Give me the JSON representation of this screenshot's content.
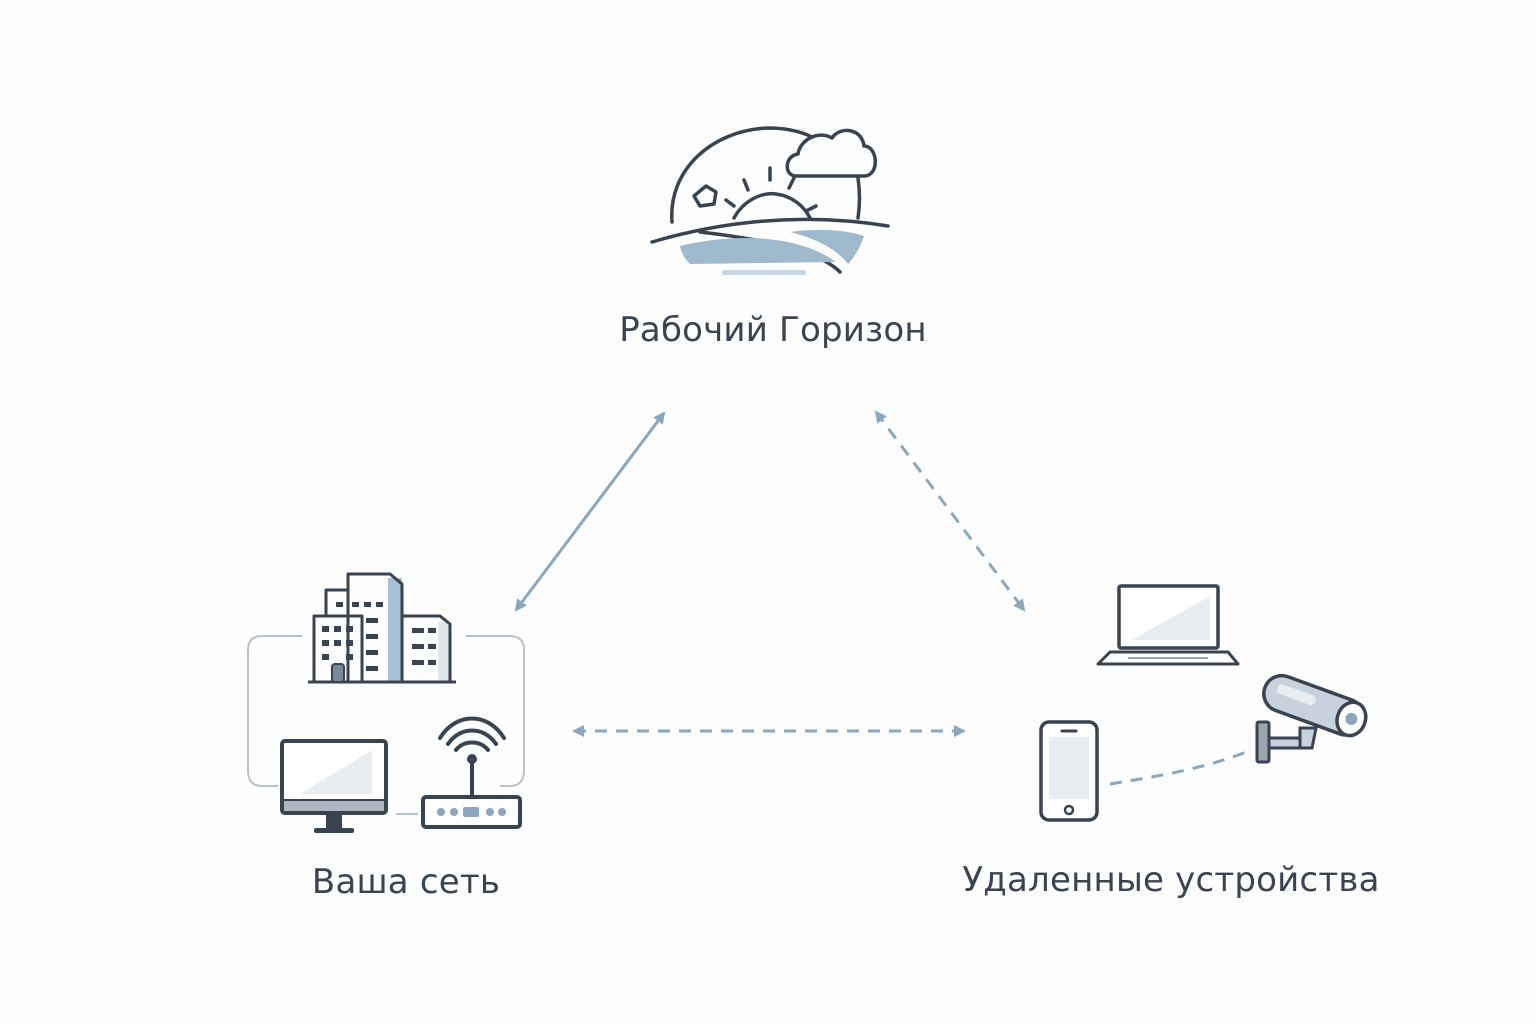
{
  "nodes": {
    "horizon": {
      "label": "Рабочий Горизон",
      "icon": "sunrise-horizon-cloud-icon"
    },
    "network": {
      "label": "Ваша сеть",
      "icons": [
        "office-buildings-icon",
        "desktop-monitor-icon",
        "wifi-router-icon"
      ]
    },
    "remote": {
      "label": "Удаленные устройства",
      "icons": [
        "laptop-icon",
        "smartphone-icon",
        "security-camera-icon"
      ]
    }
  },
  "connections": [
    {
      "from": "horizon",
      "to": "network",
      "style": "solid",
      "direction": "both"
    },
    {
      "from": "horizon",
      "to": "remote",
      "style": "dashed",
      "direction": "both"
    },
    {
      "from": "network",
      "to": "remote",
      "style": "dashed",
      "direction": "both"
    }
  ],
  "colors": {
    "stroke": "#3a4350",
    "arrow": "#8aa7bd",
    "fill": "#9fb9cd",
    "screen": "#e8edf2"
  }
}
